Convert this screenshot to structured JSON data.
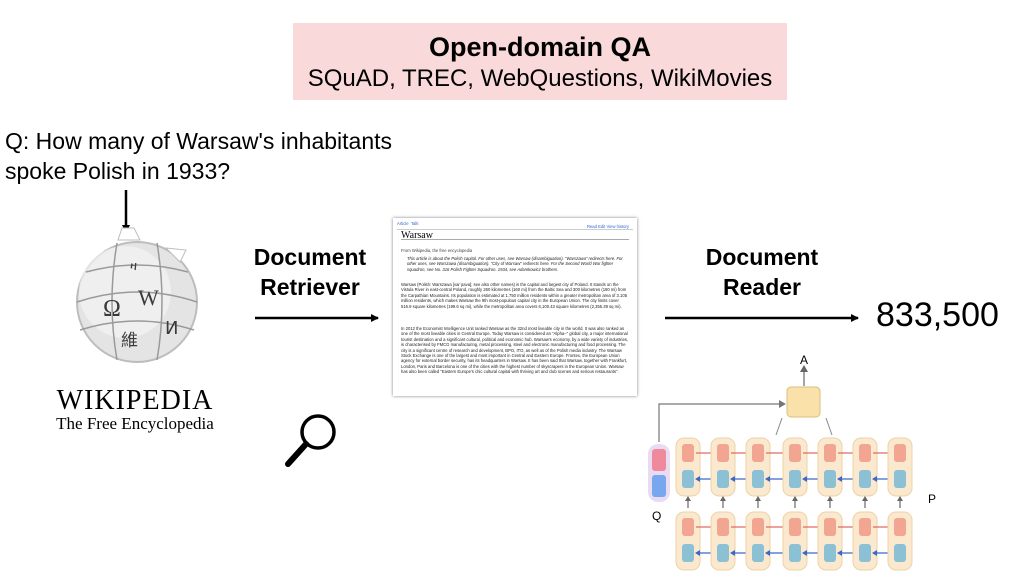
{
  "title": {
    "main": "Open-domain QA",
    "subtitle": "SQuAD, TREC, WebQuestions, WikiMovies"
  },
  "question": {
    "line1": "Q:  How many of Warsaw's inhabitants",
    "line2": "spoke Polish in 1933?"
  },
  "wikipedia": {
    "wordmark": "WIKIPEDIA",
    "tagline": "The Free Encyclopedia",
    "glyphs": [
      "Ω",
      "W",
      "維",
      "И",
      "ዛ"
    ]
  },
  "retriever": {
    "line1": "Document",
    "line2": "Retriever",
    "icon": "magnifier-icon"
  },
  "reader": {
    "line1": "Document",
    "line2": "Reader"
  },
  "answer": "833,500",
  "article": {
    "tab_article": "Article",
    "tab_talk": "Talk",
    "tabs_right": "Read   Edit   View history",
    "title": "Warsaw",
    "from": "From Wikipedia, the free encyclopedia",
    "notes": "This article is about the Polish capital. For other uses, see Warsaw (disambiguation). \"Warszawa\" redirects here. For other uses, see Warszawa (disambiguation). \"City of Warsaw\" redirects here. For the Second World War fighter squadron, see No. 316 Polish Fighter Squadron. 1934, see Adamkowicz brothers.",
    "p1": "Warsaw (Polish: Warszawa [varˈʂava]; see also other names) is the capital and largest city of Poland. It stands on the Vistula River in east-central Poland, roughly 260 kilometres (160 mi) from the Baltic Sea and 300 kilometres (190 mi) from the Carpathian Mountains. Its population is estimated at 1.750 million residents within a greater metropolitan area of 3.105 million residents, which makes Warsaw the 9th most-populous capital city in the European Union. The city limits cover 516.9 square kilometres (199.6 sq mi), while the metropolitan area covers 6,100.43 square kilometres (2,355.39 sq mi).",
    "p2": "In 2012 the Economist Intelligence Unit ranked Warsaw as the 32nd most liveable city in the world. It was also ranked as one of the most liveable cities in Central Europe. Today Warsaw is considered an \"Alpha–\" global city, a major international tourist destination and a significant cultural, political and economic hub. Warsaw's economy, by a wide variety of industries, is characterised by FMCG manufacturing, metal processing, steel and electronic manufacturing and food processing. The city is a significant centre of research and development, BPO, ITO, as well as of the Polish media industry. The Warsaw Stock Exchange is one of the largest and most important in Central and Eastern Europe. Frontex, the European Union agency for external border security, has its headquarters in Warsaw. It has been said that Warsaw, together with Frankfurt, London, Paris and Barcelona is one of the cities with the highest number of skyscrapers in the European Union. Warsaw has also been called \"Eastern Europe's chic cultural capital with thriving art and club scenes and serious restaurants\"."
  },
  "network": {
    "answer_label": "A",
    "question_label": "Q",
    "passage_label": "P"
  },
  "colors": {
    "title_bg": "#f9d9d9",
    "cell_bg": "#fbe9cf",
    "cell_border": "#efd1a3",
    "rnn_top": "#f2a590",
    "rnn_bottom": "#8cc0d4",
    "q_bg": "#e9dcf2",
    "q_top": "#ee8a9b",
    "q_bottom": "#77a7ee",
    "attn_box": "#f9e1a9",
    "fwd_arrow": "#e06a66",
    "bwd_arrow": "#3a68c9"
  }
}
